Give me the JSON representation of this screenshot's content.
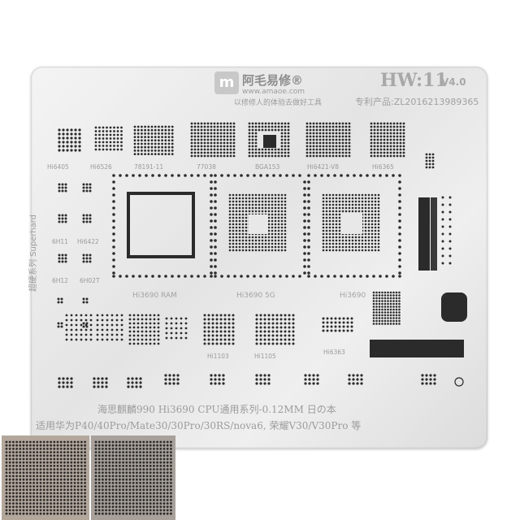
{
  "product": {
    "brand_name": "阿毛易修®",
    "brand_url": "www.amaoe.com",
    "brand_slogan": "以修修人的体验去做好工具",
    "logo_glyph": "m",
    "model": "HW:11",
    "version": "V4.0",
    "patent": "专利产品:ZL2016213989365",
    "series_vertical": "超硬系列 Superhard",
    "footer_line1": "海思麒麟990 Hi3690 CPU通用系列-0.12MM 日の本",
    "footer_line2": "适用华为P40/40Pro/Mate30/30Pro/30RS/nova6, 荣耀V30/V30Pro 等"
  },
  "labels": {
    "hi6405": "Hi6405",
    "hi6526": "Hi6526",
    "l78191": "78191-11",
    "l77038": "77038",
    "bga153": "BGA153",
    "hi6421": "Hi6421-V8",
    "hi6365": "Hi6365",
    "h6h11": "6H11",
    "hi6422": "Hi6422",
    "h6h12": "6H12",
    "h6h02t": "6H02T",
    "hi3690ram": "Hi3690 RAM",
    "hi36905g": "Hi3690 5G",
    "hi3690": "Hi3690",
    "hi1103": "Hi1103",
    "hi1105": "Hi1105",
    "hi6363": "Hi6363"
  },
  "colors": {
    "plate_light": "#f2f2f2",
    "hole": "#2b2b2b",
    "text": "#9a9a9a"
  }
}
